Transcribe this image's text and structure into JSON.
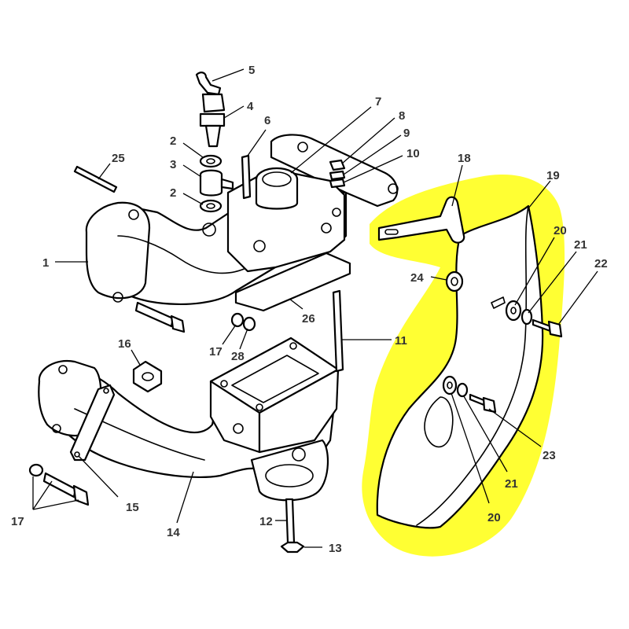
{
  "colors": {
    "highlight": "#FFFF33",
    "line": "#000000",
    "label": "#333333",
    "background": "#FFFFFF"
  },
  "labels": {
    "p1": "1",
    "p2a": "2",
    "p2b": "2",
    "p3": "3",
    "p4": "4",
    "p5": "5",
    "p6": "6",
    "p7": "7",
    "p8": "8",
    "p9": "9",
    "p10": "10",
    "p11": "11",
    "p12": "12",
    "p13": "13",
    "p14": "14",
    "p15": "15",
    "p16": "16",
    "p17a": "17",
    "p17b": "17",
    "p18": "18",
    "p19": "19",
    "p20a": "20",
    "p20b": "20",
    "p21a": "21",
    "p21b": "21",
    "p22": "22",
    "p23": "23",
    "p24": "24",
    "p25": "25",
    "p26": "26",
    "p28": "28"
  }
}
